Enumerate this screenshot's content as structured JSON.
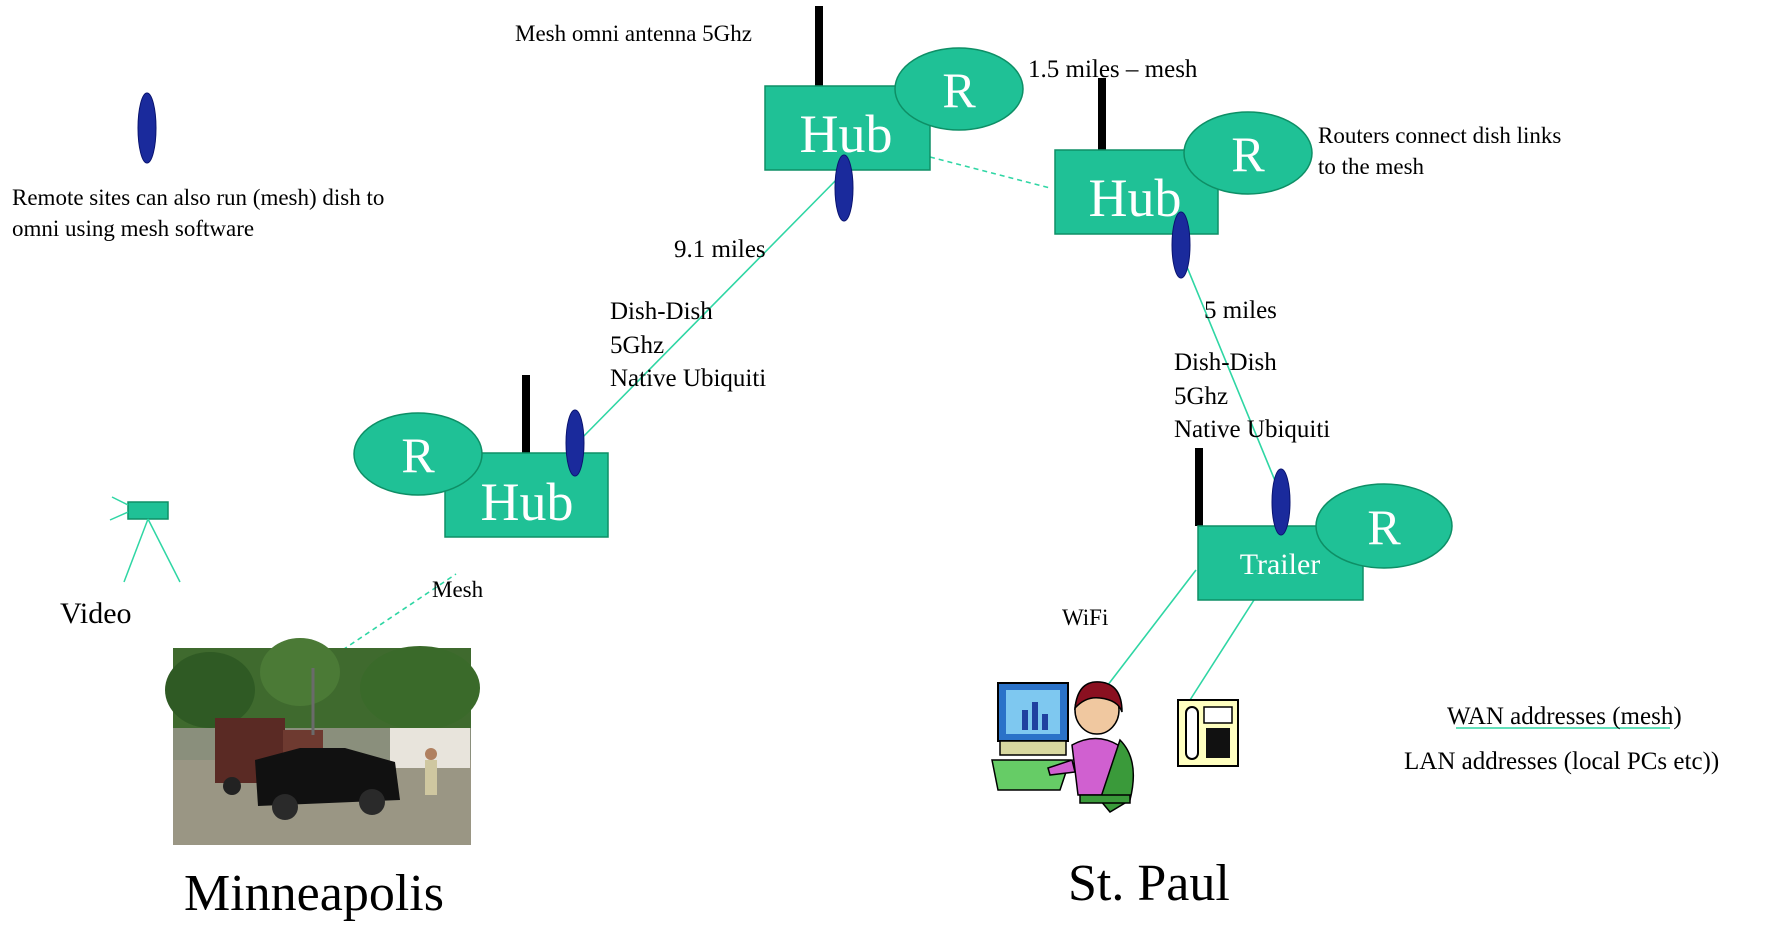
{
  "labels": {
    "mesh_omni_antenna": "Mesh omni antenna 5Ghz",
    "mesh_distance_top": "1.5 miles – mesh",
    "routers_connect": "Routers connect dish links\nto the mesh",
    "remote_sites": "Remote sites can also run (mesh) dish to\nomni using mesh software",
    "distance_left": "9.1 miles",
    "link_left": "Dish-Dish\n5Ghz\nNative Ubiquiti",
    "distance_right": "5 miles",
    "link_right": "Dish-Dish\n5Ghz\nNative Ubiquiti",
    "mesh_link": "Mesh",
    "video": "Video",
    "wifi": "WiFi",
    "city_left": "Minneapolis",
    "city_right": "St. Paul"
  },
  "nodes": {
    "hub_top": "Hub",
    "hub_right": "Hub",
    "hub_left": "Hub",
    "trailer": "Trailer",
    "router": "R"
  },
  "legend": {
    "wan": "WAN addresses (mesh)",
    "lan": "LAN addresses (local PCs etc))"
  },
  "colors": {
    "box_fill": "#1fc196",
    "box_stroke": "#0e8f66",
    "line": "#2fd6a4",
    "dish": "#1a2a9c",
    "mast": "#000000"
  }
}
